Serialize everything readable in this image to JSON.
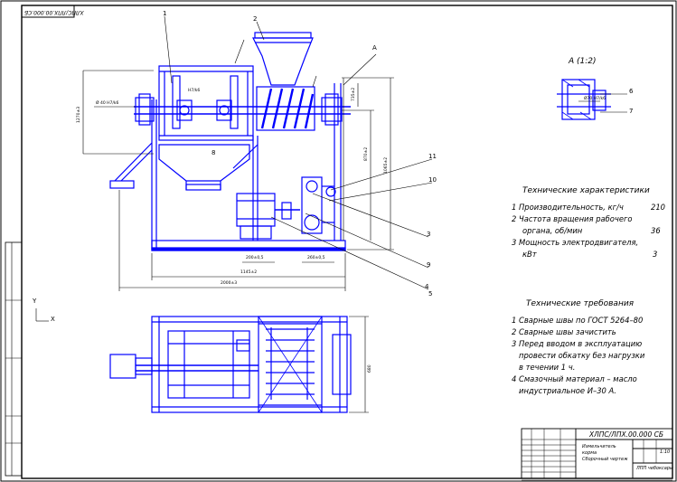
{
  "stamp_code_rotated": "ХЛПС/ЛПХ.00.000.СБ",
  "section_label": "А (1:2)",
  "view_marker": "А",
  "coord_axis_x": "X",
  "coord_axis_y": "Y",
  "part_numbers": [
    "1",
    "2",
    "3",
    "4",
    "5",
    "6",
    "7",
    "8",
    "9",
    "10",
    "11"
  ],
  "tech_specs": {
    "title": "Технические характеристики",
    "items": [
      {
        "text": "1 Производительность, кг/ч",
        "value": "210"
      },
      {
        "text": "2 Частота вращения рабочего",
        "value": ""
      },
      {
        "text": "органа, об/мин",
        "value": "36"
      },
      {
        "text": "3 Мощность электродвигателя,",
        "value": ""
      },
      {
        "text": "кВт",
        "value": "3"
      }
    ]
  },
  "tech_requirements": {
    "title": "Технические требования",
    "lines": [
      "1 Сварные швы по ГОСТ 5264–80",
      "2 Сварные швы зачистить",
      "3 Перед вводом в эксплуатацию",
      "провести обкатку без нагрузки",
      "в течении 1 ч.",
      "4 Смазочный материал – масло",
      "индустриальное И–30 А."
    ]
  },
  "title_block": {
    "code": "ХЛПС/ЛПХ.00.000 СБ",
    "name_line1": "Измельчитель",
    "name_line2": "корма",
    "name_line3": "Сборочный чертеж",
    "sheet": "1:10",
    "org": "ЛПП чебоксары"
  },
  "dimensions": {
    "overall_length": "2000±3",
    "base_length": "1145±2",
    "height_main": "1270±3",
    "shaft_height": "870±2",
    "motor_width": "200±0,5",
    "frame_offset": "260±0,5",
    "plan_width": "680",
    "upper_dim_a": "1065±2",
    "upper_dim_b": "735±2"
  },
  "fit_callouts": [
    "Ø 40 H7/k6",
    "H7/k6",
    "Ø70 H7/k6"
  ],
  "colors": {
    "line": "#0000ff",
    "frame": "#000000",
    "thin": "#000000"
  }
}
